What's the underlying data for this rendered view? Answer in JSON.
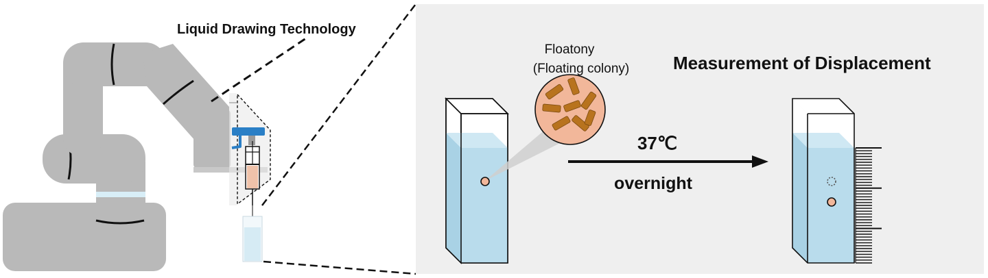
{
  "left_title": "Liquid Drawing Technology",
  "floatony_line1": "Floatony",
  "floatony_line2": "(Floating colony)",
  "measurement_title": "Measurement of Displacement",
  "temperature": "37℃",
  "duration": "overnight",
  "colors": {
    "robot_gray": "#b9b9b9",
    "robot_joint_ring": "#d8eef7",
    "panel_bg": "#efefef",
    "water": "#b9dcec",
    "colony_fill": "#f2b79a",
    "bacteria": "#b8731e",
    "gripper_blue": "#2a7fc6",
    "syringe_liquid": "#efc2aa"
  }
}
